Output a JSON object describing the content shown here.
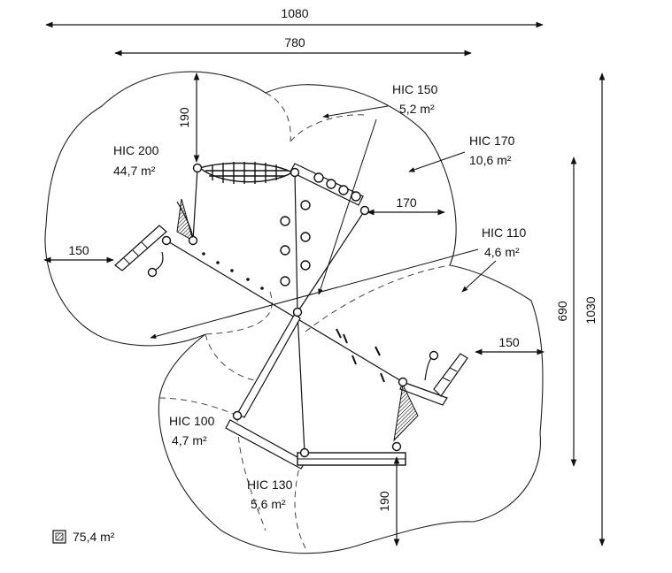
{
  "dimensions": {
    "overall_width": "1080",
    "inner_width": "780",
    "overall_depth": "1030",
    "inner_depth": "690",
    "top_clearance": "190",
    "bottom_clearance": "190",
    "left_clearance": "150",
    "right_clearance": "150",
    "side_clearance": "170"
  },
  "zones": [
    {
      "hic": "HIC 200",
      "area": "44,7 m²"
    },
    {
      "hic": "HIC 150",
      "area": "5,2 m²"
    },
    {
      "hic": "HIC 170",
      "area": "10,6 m²"
    },
    {
      "hic": "HIC 110",
      "area": "4,6 m²"
    },
    {
      "hic": "HIC 100",
      "area": "4,7 m²"
    },
    {
      "hic": "HIC 130",
      "area": "5,6 m²"
    }
  ],
  "legend": {
    "icon": "hatched-square-icon",
    "total_area": "75,4 m²"
  }
}
